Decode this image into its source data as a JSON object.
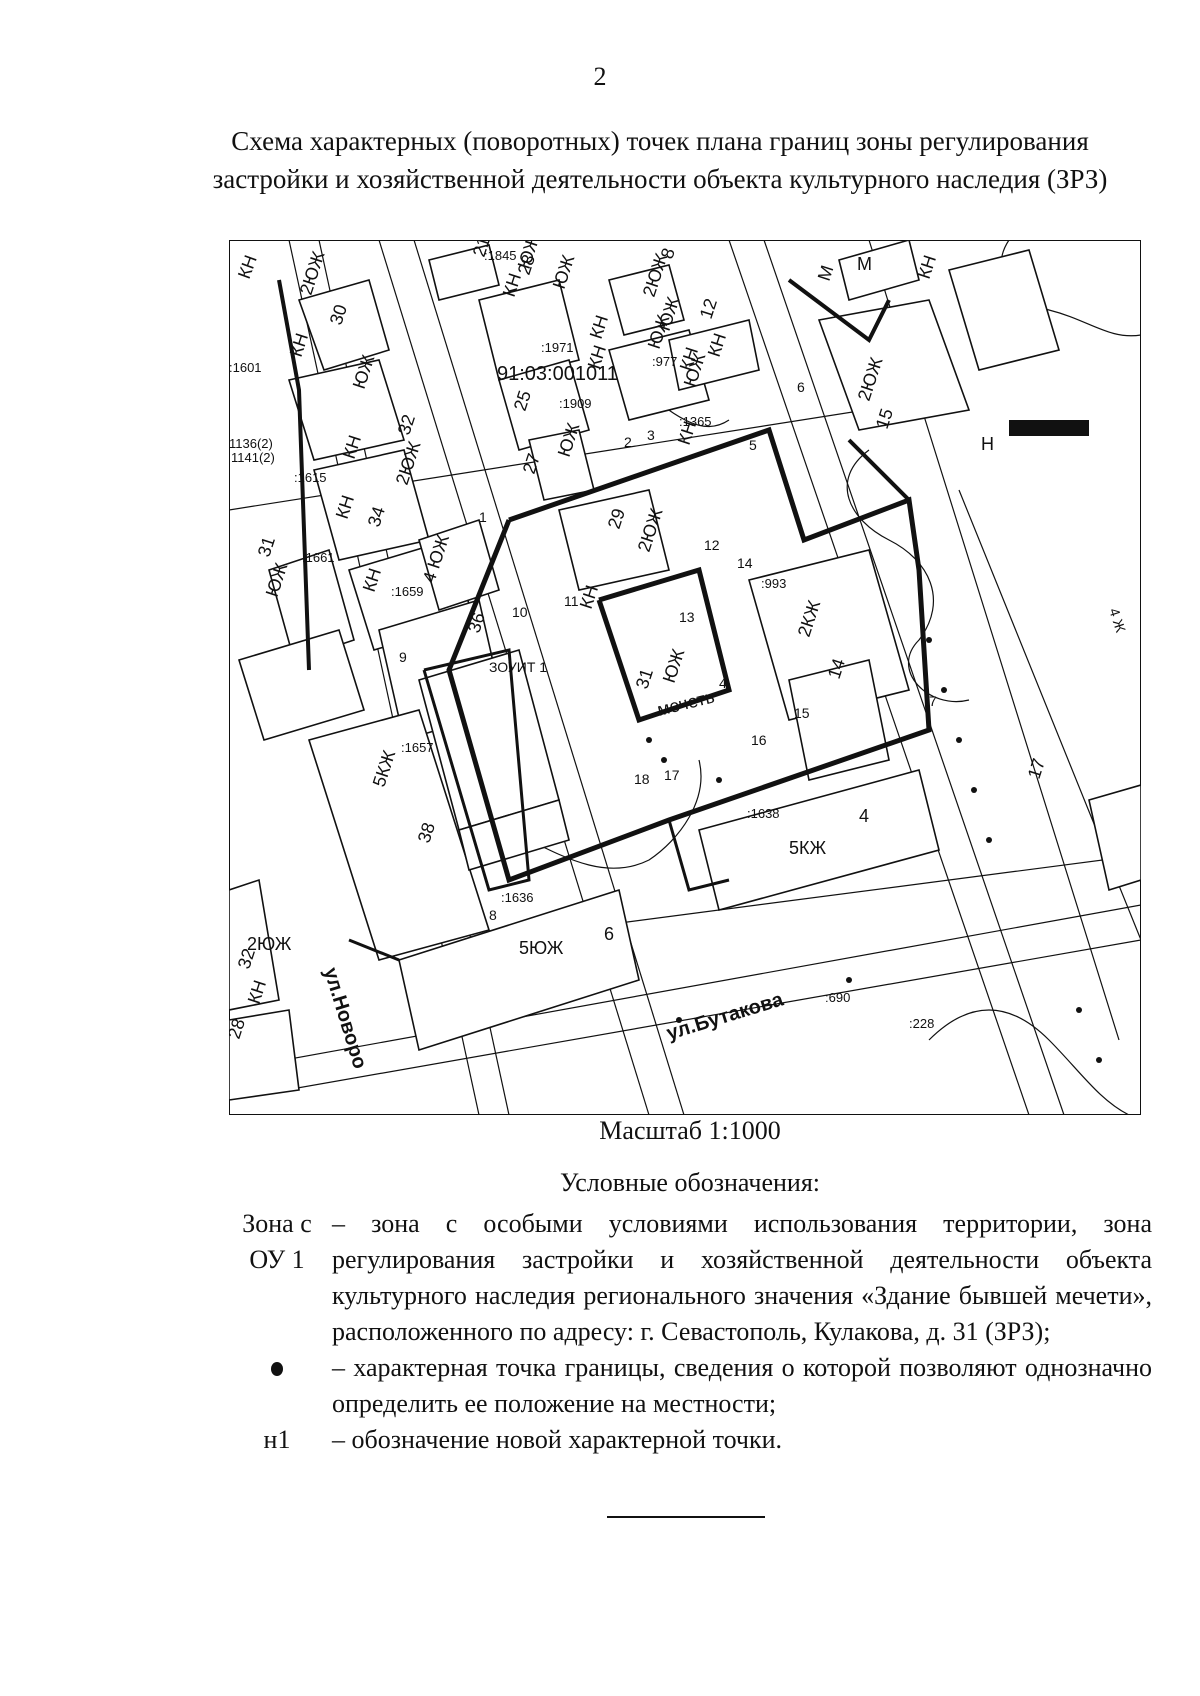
{
  "page_number": "2",
  "title": {
    "line1": "Схема характерных (поворотных) точек плана границ зоны регулирования",
    "line2": "застройки и хозяйственной деятельности объекта культурного наследия (ЗРЗ)"
  },
  "map": {
    "parcel_number": "91:03:001011",
    "zone_label": "ЗОУИТ 1",
    "street_labels": [
      "ул.Новоро",
      "ул.Бутакова"
    ],
    "boundary_points": [
      "1",
      "2",
      "3",
      "4",
      "5",
      "6",
      "7",
      "8",
      "9",
      "10",
      "11",
      "12",
      "13",
      "14",
      "15",
      "16",
      "17",
      "18"
    ],
    "building_labels": [
      "КН",
      "2ЮЖ",
      "30",
      "КН",
      "ЮЖ",
      "32",
      "КН",
      "2ЮЖ",
      "34",
      "КН",
      "31",
      "ЮЖ",
      "КН",
      "4 ЮЖ",
      "36",
      "5КЖ",
      "38",
      "5ЮЖ",
      "6",
      "5КЖ",
      "4",
      "2КЖ",
      "14",
      "ЮЖ",
      "31",
      "2ЮЖ",
      "29",
      "КН",
      "2ЮЖ",
      "15",
      "КН",
      "КН",
      "ЮЖ",
      "КН",
      "2ЮЖ",
      "25",
      "27",
      "ЮЖ",
      "М",
      "М",
      "КН",
      "Н",
      "17",
      "32",
      "2ЮЖ",
      "КН",
      "28",
      "КН",
      "ЮЖ",
      "28",
      "КН",
      "КН",
      "ЮЖ",
      "12",
      "8",
      "21",
      "ЮЖ",
      "ЮЖ",
      "мечеть"
    ],
    "cadastre_refs": [
      ":1845",
      ":1971",
      ":977",
      ":1909",
      ":1365",
      ":993",
      ":1661",
      ":1659",
      ":1657",
      ":1638",
      ":1636",
      ":228",
      ":690",
      "1136(2)",
      "1141(2)",
      ":1615",
      ":1601"
    ],
    "other_labels": [
      "4 Ж"
    ]
  },
  "scale": "Масштаб 1:1000",
  "legend": {
    "title": "Условные обозначения:",
    "items": [
      {
        "symbol_line1": "Зона с",
        "symbol_line2": "ОУ 1",
        "desc": "– зона с особыми условиями использования территории, зона регулирования застройки и хозяйственной деятельности объекта культурного наследия регионального значения «Здание бывшей мечети», расположенного по адресу: г. Севастополь, Кулакова, д. 31 (ЗРЗ);"
      },
      {
        "symbol": "dot",
        "desc": "– характерная точка границы, сведения о которой позволяют однозначно определить ее положение на местности;"
      },
      {
        "symbol_text": "н1",
        "desc": "– обозначение новой характерной точки."
      }
    ]
  }
}
